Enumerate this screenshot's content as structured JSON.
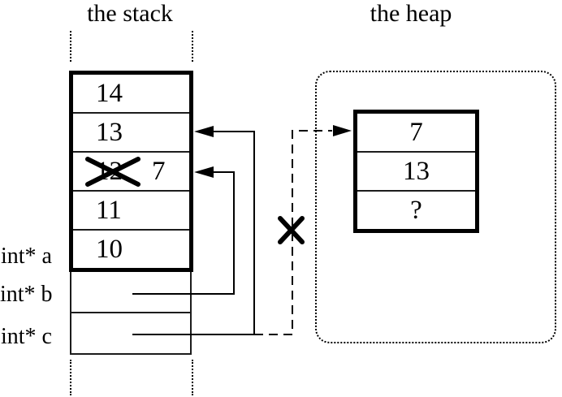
{
  "stack": {
    "title": "the stack",
    "cells": [
      {
        "value": "14"
      },
      {
        "value": "13"
      },
      {
        "old_value": "12",
        "new_value": "7",
        "crossed_out": true
      },
      {
        "value": "11"
      },
      {
        "value": "10"
      }
    ],
    "pointer_labels": [
      "int* a",
      "int* b",
      "int* c"
    ]
  },
  "heap": {
    "title": "the heap",
    "cells": [
      "7",
      "13",
      "?"
    ]
  },
  "colors": {
    "line": "#000000",
    "background": "#ffffff"
  }
}
